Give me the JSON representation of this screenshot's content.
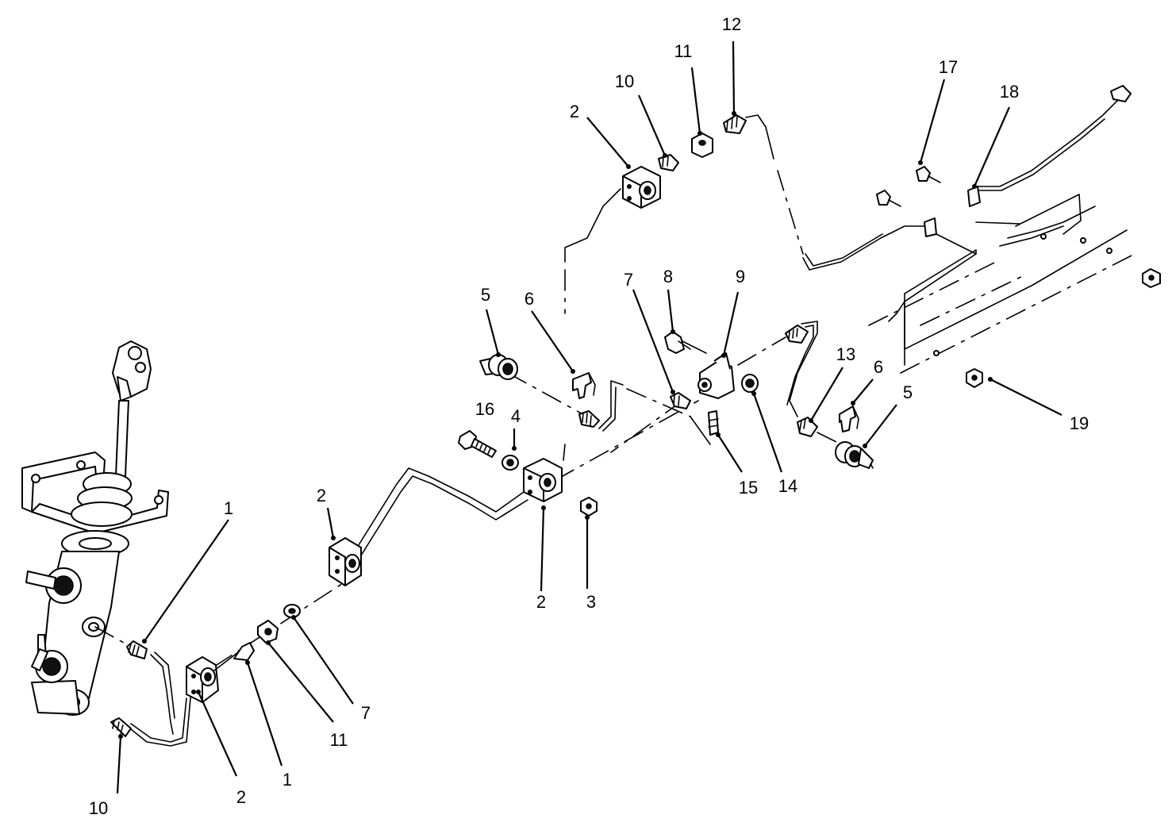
{
  "callouts": [
    {
      "id": "c1",
      "label": "1"
    },
    {
      "id": "c2",
      "label": "1"
    },
    {
      "id": "c3",
      "label": "2"
    },
    {
      "id": "c4",
      "label": "2"
    },
    {
      "id": "c5",
      "label": "2"
    },
    {
      "id": "c6",
      "label": "2"
    },
    {
      "id": "c7",
      "label": "3"
    },
    {
      "id": "c8",
      "label": "4"
    },
    {
      "id": "c9",
      "label": "5"
    },
    {
      "id": "c10",
      "label": "5"
    },
    {
      "id": "c11",
      "label": "6"
    },
    {
      "id": "c12",
      "label": "6"
    },
    {
      "id": "c13",
      "label": "7"
    },
    {
      "id": "c14",
      "label": "7"
    },
    {
      "id": "c15",
      "label": "8"
    },
    {
      "id": "c16",
      "label": "9"
    },
    {
      "id": "c17",
      "label": "10"
    },
    {
      "id": "c18",
      "label": "10"
    },
    {
      "id": "c19",
      "label": "11"
    },
    {
      "id": "c20",
      "label": "11"
    },
    {
      "id": "c21",
      "label": "12"
    },
    {
      "id": "c22",
      "label": "13"
    },
    {
      "id": "c23",
      "label": "14"
    },
    {
      "id": "c24",
      "label": "15"
    },
    {
      "id": "c25",
      "label": "16"
    },
    {
      "id": "c26",
      "label": "17"
    },
    {
      "id": "c27",
      "label": "18"
    },
    {
      "id": "c28",
      "label": "19"
    }
  ]
}
